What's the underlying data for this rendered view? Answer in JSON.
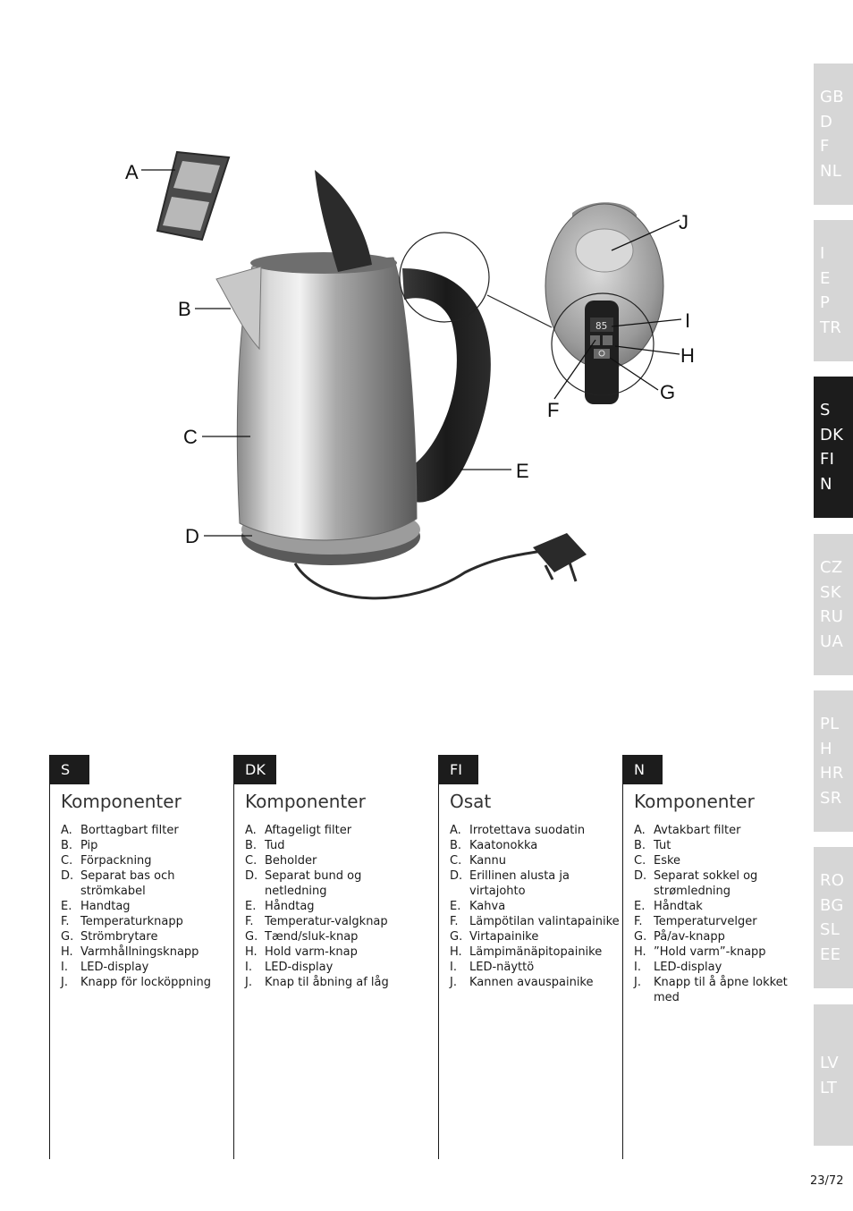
{
  "language_tabs": [
    {
      "codes": [
        "GB",
        "D",
        "F",
        "NL"
      ],
      "active": false
    },
    {
      "codes": [
        "I",
        "E",
        "P",
        "TR"
      ],
      "active": false
    },
    {
      "codes": [
        "S",
        "DK",
        "FI",
        "N"
      ],
      "active": true
    },
    {
      "codes": [
        "CZ",
        "SK",
        "RU",
        "UA"
      ],
      "active": false
    },
    {
      "codes": [
        "PL",
        "H",
        "HR",
        "SR"
      ],
      "active": false
    },
    {
      "codes": [
        "RO",
        "BG",
        "SL",
        "EE"
      ],
      "active": false
    },
    {
      "codes": [
        "LV",
        "LT"
      ],
      "active": false
    }
  ],
  "figure": {
    "callouts": [
      "A",
      "B",
      "C",
      "D",
      "E",
      "F",
      "G",
      "H",
      "I",
      "J"
    ],
    "display_reading": "85"
  },
  "columns": [
    {
      "tag": "S",
      "title": "Komponenter",
      "items": [
        {
          "letter": "A.",
          "text": "Borttagbart filter"
        },
        {
          "letter": "B.",
          "text": "Pip"
        },
        {
          "letter": "C.",
          "text": "Förpackning"
        },
        {
          "letter": "D.",
          "text": "Separat bas och strömkabel"
        },
        {
          "letter": "E.",
          "text": "Handtag"
        },
        {
          "letter": "F.",
          "text": "Temperaturknapp"
        },
        {
          "letter": "G.",
          "text": "Strömbrytare"
        },
        {
          "letter": "H.",
          "text": "Varmhållningsknapp"
        },
        {
          "letter": "I.",
          "text": "LED-display"
        },
        {
          "letter": "J.",
          "text": "Knapp för locköppning"
        }
      ]
    },
    {
      "tag": "DK",
      "title": "Komponenter",
      "items": [
        {
          "letter": "A.",
          "text": "Aftageligt filter"
        },
        {
          "letter": "B.",
          "text": "Tud"
        },
        {
          "letter": "C.",
          "text": "Beholder"
        },
        {
          "letter": "D.",
          "text": "Separat bund og netledning"
        },
        {
          "letter": "E.",
          "text": "Håndtag"
        },
        {
          "letter": "F.",
          "text": "Temperatur-valgknap"
        },
        {
          "letter": "G.",
          "text": "Tænd/sluk-knap"
        },
        {
          "letter": "H.",
          "text": "Hold varm-knap"
        },
        {
          "letter": "I.",
          "text": "LED-display"
        },
        {
          "letter": "J.",
          "text": "Knap til åbning af låg"
        }
      ]
    },
    {
      "tag": "FI",
      "title": "Osat",
      "items": [
        {
          "letter": "A.",
          "text": "Irrotettava suodatin"
        },
        {
          "letter": "B.",
          "text": "Kaatonokka"
        },
        {
          "letter": "C.",
          "text": "Kannu"
        },
        {
          "letter": "D.",
          "text": "Erillinen alusta ja virtajohto"
        },
        {
          "letter": "E.",
          "text": "Kahva"
        },
        {
          "letter": "F.",
          "text": "Lämpötilan valintapainike"
        },
        {
          "letter": "G.",
          "text": "Virtapainike"
        },
        {
          "letter": "H.",
          "text": "Lämpimänäpitopainike"
        },
        {
          "letter": "I.",
          "text": "LED-näyttö"
        },
        {
          "letter": "J.",
          "text": "Kannen avauspainike"
        }
      ]
    },
    {
      "tag": "N",
      "title": "Komponenter",
      "items": [
        {
          "letter": "A.",
          "text": "Avtakbart filter"
        },
        {
          "letter": "B.",
          "text": "Tut"
        },
        {
          "letter": "C.",
          "text": "Eske"
        },
        {
          "letter": "D.",
          "text": "Separat sokkel og strømledning"
        },
        {
          "letter": "E.",
          "text": "Håndtak"
        },
        {
          "letter": "F.",
          "text": "Temperaturvelger"
        },
        {
          "letter": "G.",
          "text": "På/av-knapp"
        },
        {
          "letter": "H.",
          "text": "”Hold varm”-knapp"
        },
        {
          "letter": "I.",
          "text": "LED-display"
        },
        {
          "letter": "J.",
          "text": "Knapp til å åpne lokket med"
        }
      ]
    }
  ],
  "page_number": "23/72"
}
